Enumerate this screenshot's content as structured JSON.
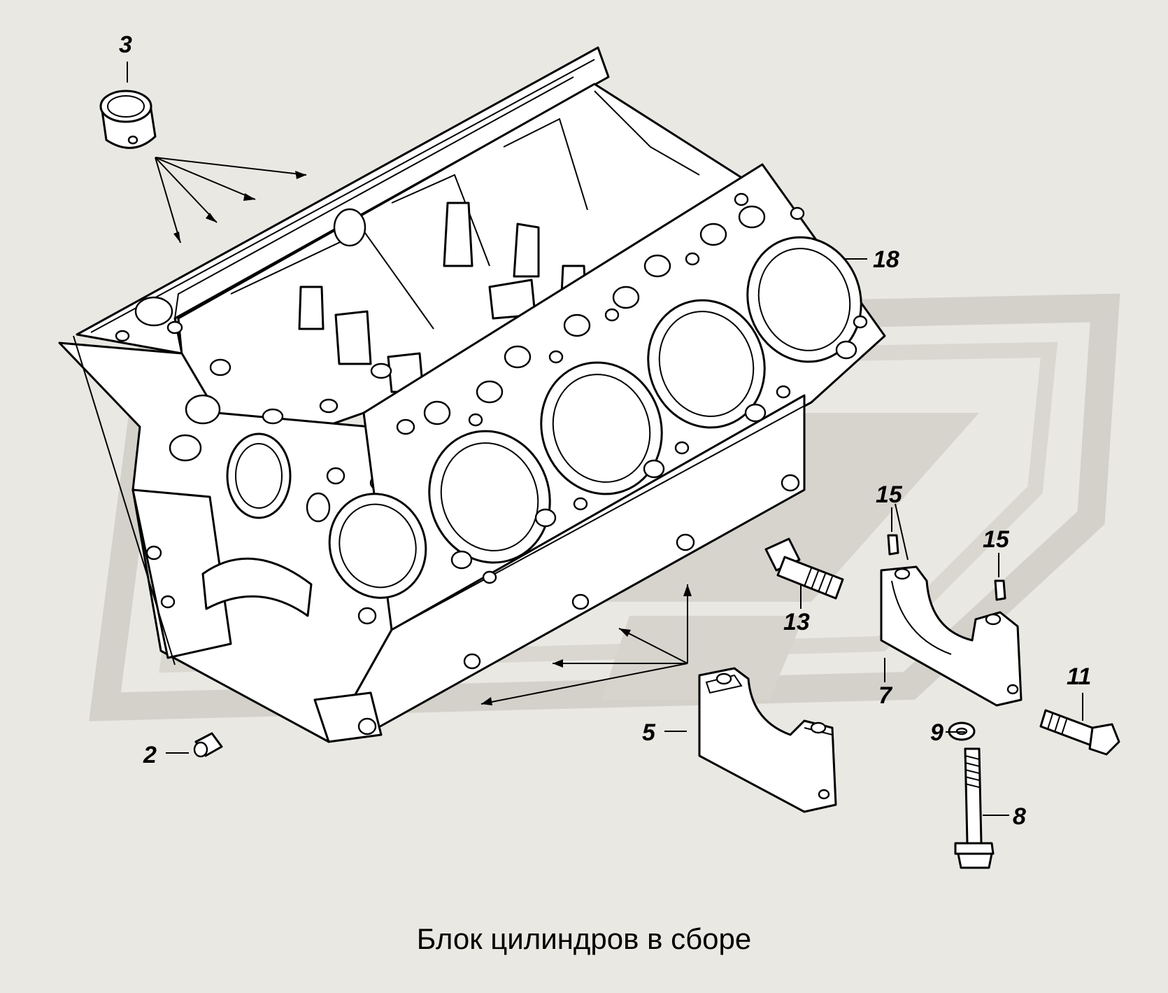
{
  "caption": "Блок цилиндров в сборе",
  "callouts": {
    "c2": "2",
    "c3": "3",
    "c5": "5",
    "c7": "7",
    "c8": "8",
    "c9": "9",
    "c11": "11",
    "c13": "13",
    "c15a": "15",
    "c15b": "15",
    "c18": "18"
  },
  "colors": {
    "background": "#e9e8e3",
    "watermark": "#cfcdc6",
    "line": "#000000"
  }
}
